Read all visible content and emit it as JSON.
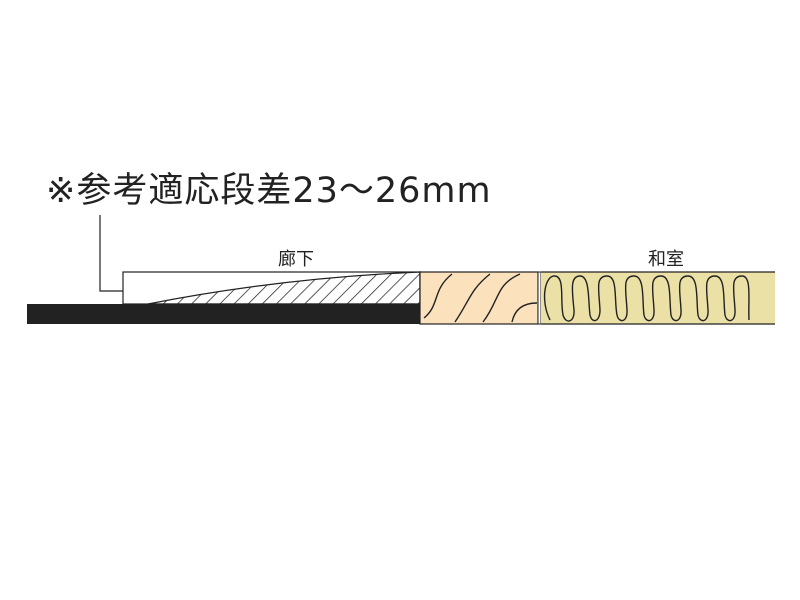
{
  "title": "※参考適応段差23～26mm",
  "labels": {
    "hallway": "廊下",
    "washitsu": "和室"
  },
  "colors": {
    "wood": "#fbe2bd",
    "tatami": "#ebe0a6",
    "board": "#222222",
    "line": "#222222"
  }
}
